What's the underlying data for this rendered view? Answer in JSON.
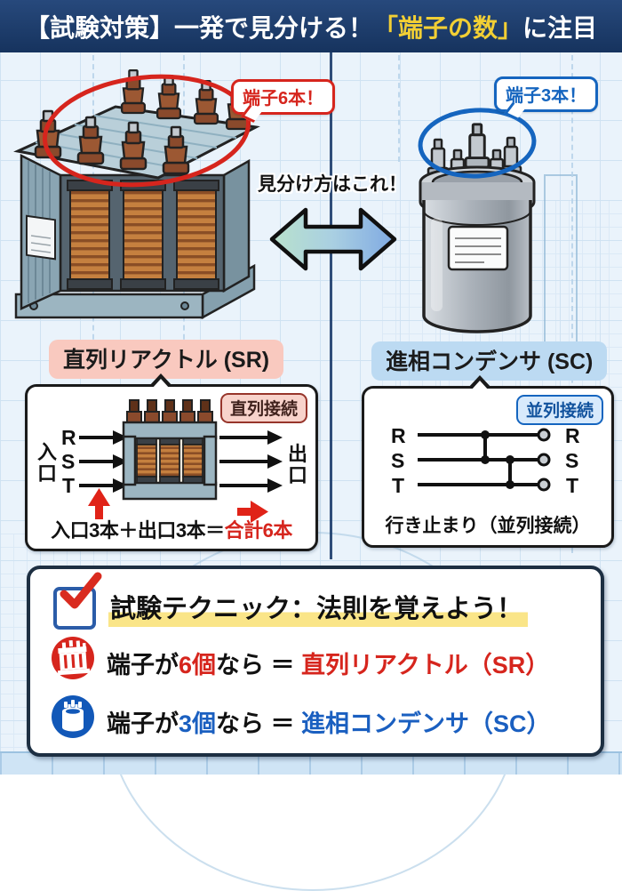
{
  "colors": {
    "accent_red": "#d6251d",
    "accent_blue": "#1565bf",
    "header_navy": "#16335e",
    "header_yellow": "#f2cf34",
    "highlight_yellow": "#fae588",
    "label_pink_bg": "#f9c9bf",
    "label_blue_bg": "#bcdaf2",
    "background": "#eaf3fb"
  },
  "header": {
    "prefix": "【試験対策】一発で見分ける！",
    "highlight": "「端子の数」",
    "suffix": "に注目"
  },
  "compare": {
    "left_badge": "端子6本！",
    "right_badge": "端子3本！",
    "caption": "見分け方はこれ！",
    "left_label": "直列リアクトル (SR)",
    "right_label": "進相コンデンサ (SC)"
  },
  "left_box": {
    "badge": "直列接続",
    "in_label": "入口",
    "out_label": "出口",
    "phases": [
      "R",
      "S",
      "T"
    ],
    "formula_black": "入口3本＋出口3本＝",
    "formula_red": "合計6本"
  },
  "right_box": {
    "badge": "並列接続",
    "phases": [
      "R",
      "S",
      "T"
    ],
    "caption": "行き止まり（並列接続）"
  },
  "technique": {
    "title": "試験テクニック：法則を覚えよう！",
    "rules": [
      {
        "prefix": "端子が",
        "count": "6個",
        "mid": "なら ＝ ",
        "result": "直列リアクトル（SR）"
      },
      {
        "prefix": "端子が",
        "count": "3個",
        "mid": "なら ＝ ",
        "result": "進相コンデンサ（SC）"
      }
    ]
  }
}
